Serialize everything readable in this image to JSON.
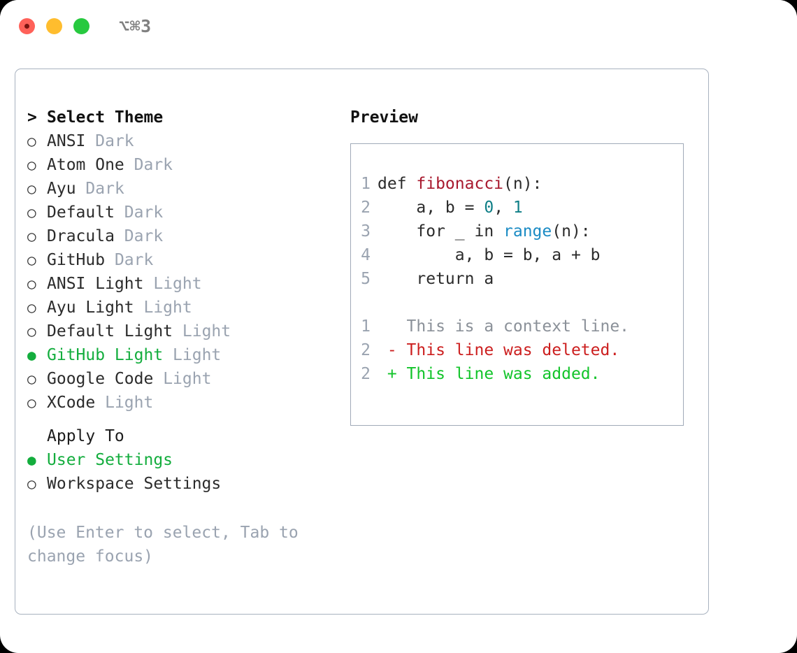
{
  "window": {
    "title": "⌥⌘3",
    "traffic_lights": [
      {
        "name": "close",
        "color": "#ff6159"
      },
      {
        "name": "minimize",
        "color": "#ffbd2e"
      },
      {
        "name": "zoom",
        "color": "#27c93f"
      }
    ]
  },
  "theme_picker": {
    "prompt": ">",
    "heading": "Select Theme",
    "bullet_unselected": "○",
    "bullet_selected": "●",
    "items": [
      {
        "name": "ANSI",
        "mode": "Dark",
        "selected": false
      },
      {
        "name": "Atom One",
        "mode": "Dark",
        "selected": false
      },
      {
        "name": "Ayu",
        "mode": "Dark",
        "selected": false
      },
      {
        "name": "Default",
        "mode": "Dark",
        "selected": false
      },
      {
        "name": "Dracula",
        "mode": "Dark",
        "selected": false
      },
      {
        "name": "GitHub",
        "mode": "Dark",
        "selected": false
      },
      {
        "name": "ANSI Light",
        "mode": "Light",
        "selected": false
      },
      {
        "name": "Ayu Light",
        "mode": "Light",
        "selected": false
      },
      {
        "name": "Default Light",
        "mode": "Light",
        "selected": false
      },
      {
        "name": "GitHub Light",
        "mode": "Light",
        "selected": true
      },
      {
        "name": "Google Code",
        "mode": "Light",
        "selected": false
      },
      {
        "name": "XCode",
        "mode": "Light",
        "selected": false
      }
    ]
  },
  "apply_to": {
    "heading": "Apply To",
    "options": [
      {
        "label": "User Settings",
        "selected": true
      },
      {
        "label": "Workspace Settings",
        "selected": false
      }
    ]
  },
  "hint": {
    "line1": "(Use Enter to select, Tab to",
    "line2": "change focus)"
  },
  "preview": {
    "title": "Preview",
    "code_lines": [
      {
        "number": "1",
        "tokens": [
          {
            "text": "def ",
            "kind": "plain"
          },
          {
            "text": "fibonacci",
            "kind": "fn"
          },
          {
            "text": "(n):",
            "kind": "plain"
          }
        ]
      },
      {
        "number": "2",
        "tokens": [
          {
            "text": "    a, b = ",
            "kind": "plain"
          },
          {
            "text": "0",
            "kind": "num"
          },
          {
            "text": ", ",
            "kind": "plain"
          },
          {
            "text": "1",
            "kind": "num"
          }
        ]
      },
      {
        "number": "3",
        "tokens": [
          {
            "text": "    for _ in ",
            "kind": "plain"
          },
          {
            "text": "range",
            "kind": "call"
          },
          {
            "text": "(n):",
            "kind": "plain"
          }
        ]
      },
      {
        "number": "4",
        "tokens": [
          {
            "text": "        a, b = b, a + b",
            "kind": "plain"
          }
        ]
      },
      {
        "number": "5",
        "tokens": [
          {
            "text": "    return a",
            "kind": "plain"
          }
        ]
      }
    ],
    "diff_lines": [
      {
        "number": "1",
        "marker": " ",
        "text": "This is a context line.",
        "kind": "ctx"
      },
      {
        "number": "2",
        "marker": "-",
        "text": "This line was deleted.",
        "kind": "del"
      },
      {
        "number": "2",
        "marker": "+",
        "text": "This line was added.",
        "kind": "add"
      }
    ]
  },
  "colors": {
    "accent_green": "#13ad3d",
    "muted": "#9aa3b0",
    "border": "#a8b2bf",
    "diff_add": "#12c42a",
    "diff_del": "#cc1f1f",
    "syntax_function": "#a8192e",
    "syntax_number": "#0f7f87",
    "syntax_call": "#1b8bc4"
  }
}
